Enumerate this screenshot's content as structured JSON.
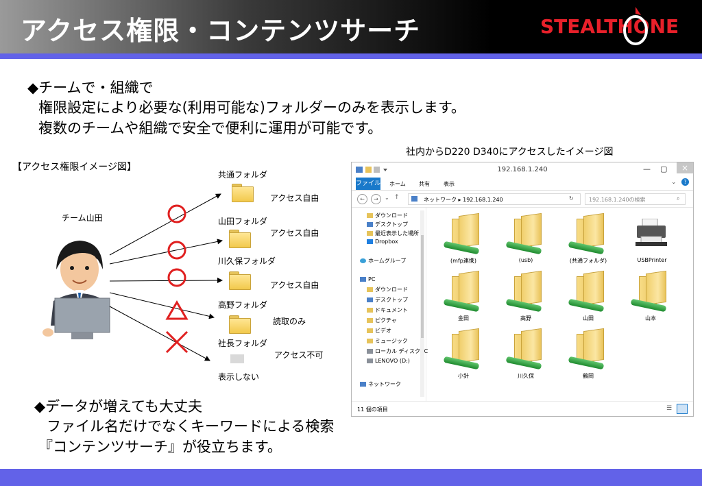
{
  "header": {
    "title": "アクセス権限・コンテンツサーチ",
    "logo": "STEALTHONE"
  },
  "intro": {
    "heading": "◆チームで・組織で",
    "line1": "権限設定により必要な(利用可能な)フォルダーのみを表示します。",
    "line2": "複数のチームや組織で安全で便利に運用が可能です。"
  },
  "diagram": {
    "caption": "【アクセス権限イメージ図】",
    "user_label": "チーム山田",
    "rows": [
      {
        "folder": "共通フォルダ",
        "access": "アクセス自由",
        "symbol": "circle"
      },
      {
        "folder": "山田フォルダ",
        "access": "アクセス自由",
        "symbol": "circle"
      },
      {
        "folder": "川久保フォルダ",
        "access": "アクセス自由",
        "symbol": "circle"
      },
      {
        "folder": "高野フォルダ",
        "access": "読取のみ",
        "symbol": "triangle"
      },
      {
        "folder": "社長フォルダ",
        "access": "アクセス不可",
        "symbol": "cross"
      }
    ],
    "hidden_label": "表示しない",
    "symbol_color": "#e02020"
  },
  "explorer": {
    "caption": "社内からD220 D340にアクセスしたイメージ図",
    "window_title": "192.168.1.240",
    "ribbon_tabs": [
      "ファイル",
      "ホーム",
      "共有",
      "表示"
    ],
    "address": "ネットワーク ▸ 192.168.1.240",
    "search_placeholder": "192.168.1.240の検索",
    "nav_items": [
      "ダウンロード",
      "デスクトップ",
      "最近表示した場所",
      "Dropbox",
      "ホームグループ",
      "PC",
      "ダウンロード",
      "デスクトップ",
      "ドキュメント",
      "ピクチャ",
      "ビデオ",
      "ミュージック",
      "ローカル ディスク (C",
      "LENOVO (D:)",
      "ネットワーク"
    ],
    "items": [
      "(mfp連携)",
      "(usb)",
      "(共通フォルダ)",
      "USBPrinter",
      "金田",
      "高野",
      "山田",
      "山本",
      "小針",
      "川久保",
      "鶴岡"
    ],
    "status": "11 個の項目",
    "accent": "#1979ca"
  },
  "bottom": {
    "heading": "◆データが増えても大丈夫",
    "line1": "ファイル名だけでなくキーワードによる検索",
    "line2": "『コンテンツサーチ』が役立ちます。"
  }
}
